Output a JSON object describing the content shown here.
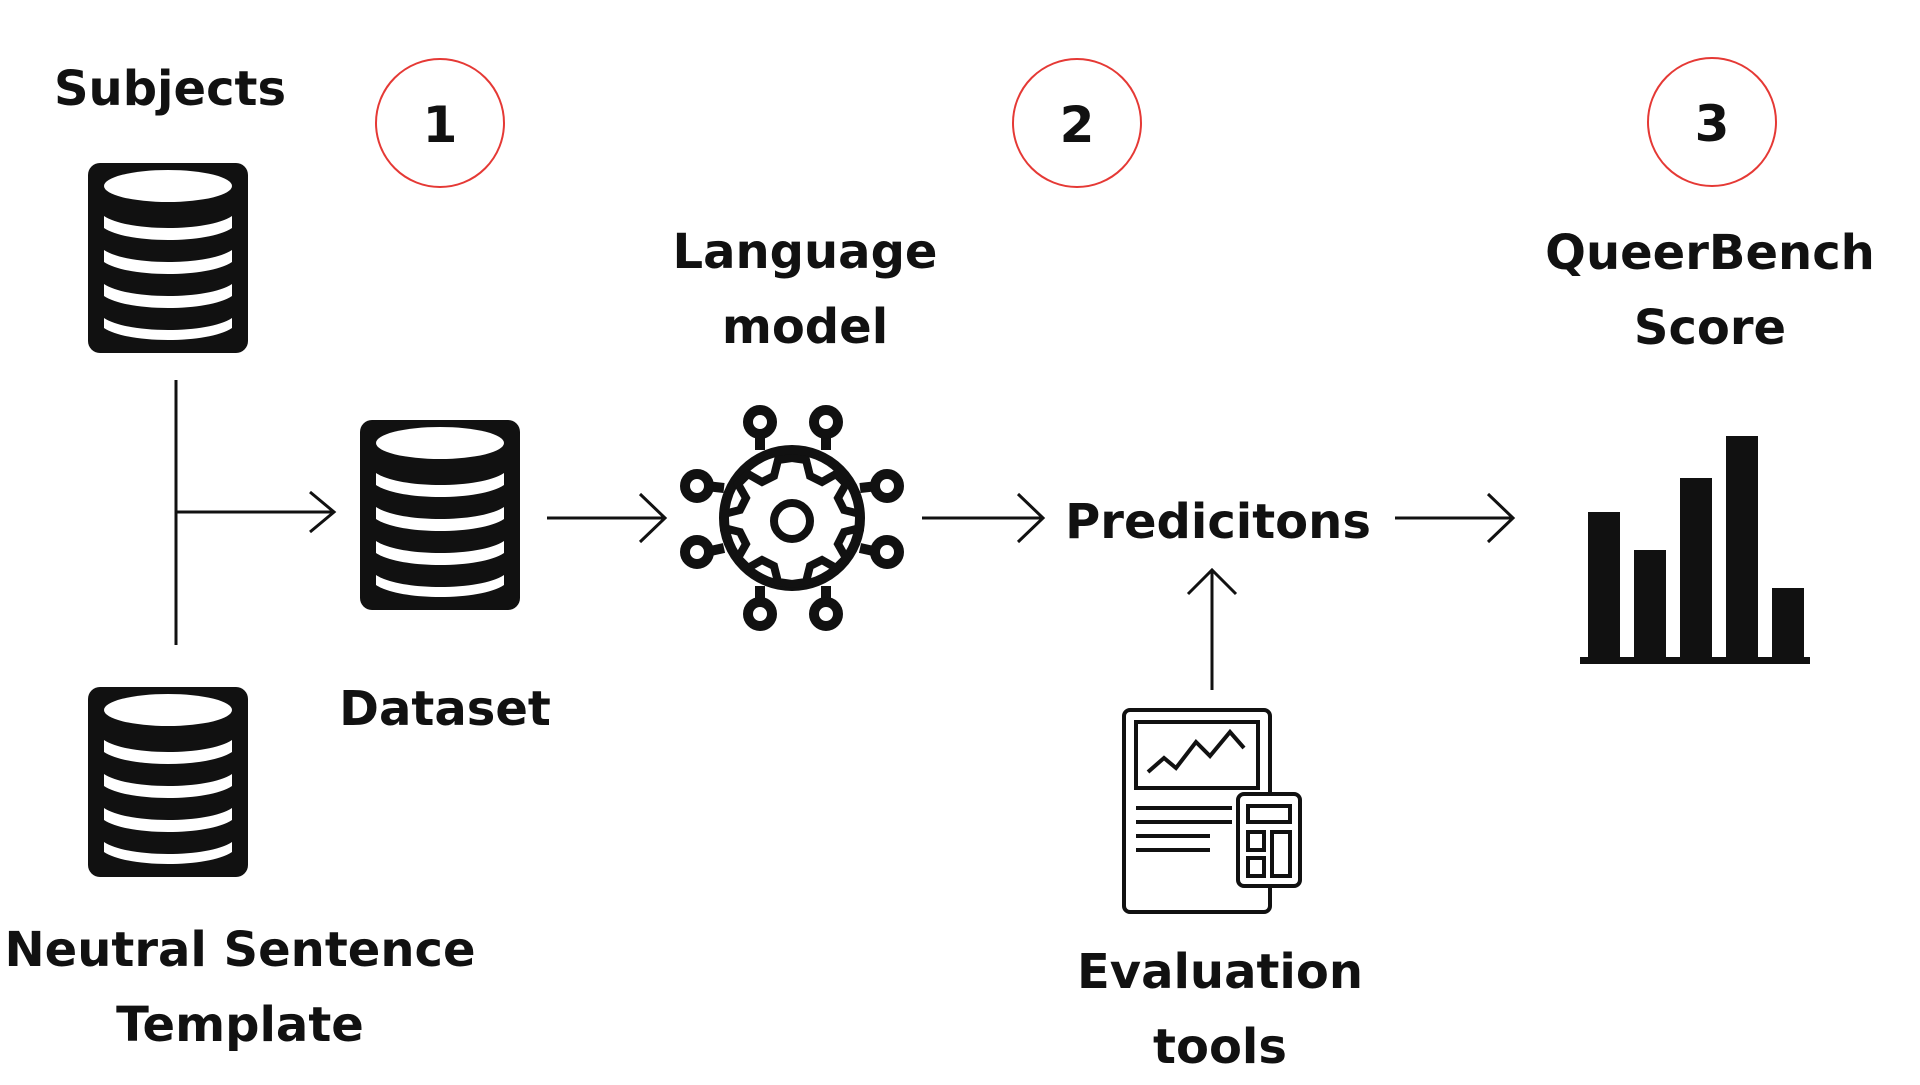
{
  "nodes": {
    "subjects": {
      "label": "Subjects"
    },
    "neutral_template": {
      "line1": "Neutral Sentence",
      "line2": "Template"
    },
    "dataset": {
      "label": "Dataset"
    },
    "language_model": {
      "line1": "Language",
      "line2": "model"
    },
    "predictions": {
      "label": "Predicitons"
    },
    "evaluation_tools": {
      "line1": "Evaluation",
      "line2": "tools"
    },
    "queerbench_score": {
      "line1": "QueerBench",
      "line2": "Score"
    }
  },
  "steps": [
    "1",
    "2",
    "3"
  ],
  "icons": {
    "subjects": "database-icon",
    "neutral_template": "database-icon",
    "dataset": "database-icon",
    "language_model": "neural-gear-icon",
    "evaluation_tools": "report-calculator-icon",
    "queerbench_score": "bar-chart-icon"
  },
  "colors": {
    "ink": "#111111",
    "step_circle": "#e53935",
    "background": "#ffffff"
  }
}
